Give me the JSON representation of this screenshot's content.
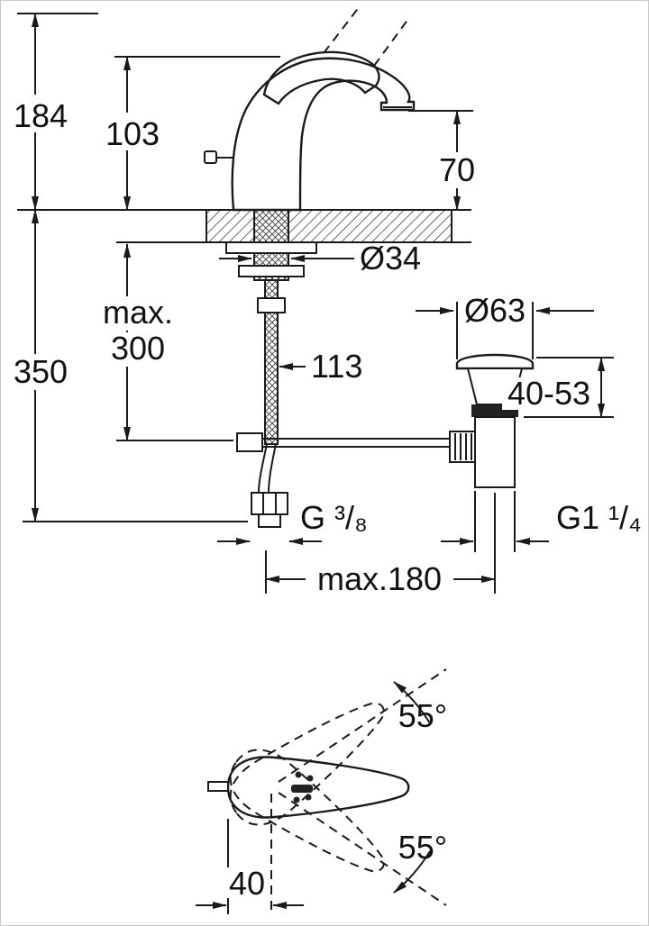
{
  "side_view": {
    "total_height": "184",
    "lever_height": "103",
    "spout_height": "70",
    "hole_diameter": "Ø34",
    "max_prefix": "max.",
    "max_pipe_length": "300",
    "total_depth": "350",
    "rod_offset": "113",
    "waste_flange_diameter": "Ø63",
    "waste_adjust_range": "40-53",
    "supply_thread": "G ³/₈",
    "waste_thread": "G1 ¹/₄",
    "max_spread": "max.180"
  },
  "top_view": {
    "swing_angle_up": "55°",
    "swing_angle_down": "55°",
    "lever_left_offset": "40"
  }
}
